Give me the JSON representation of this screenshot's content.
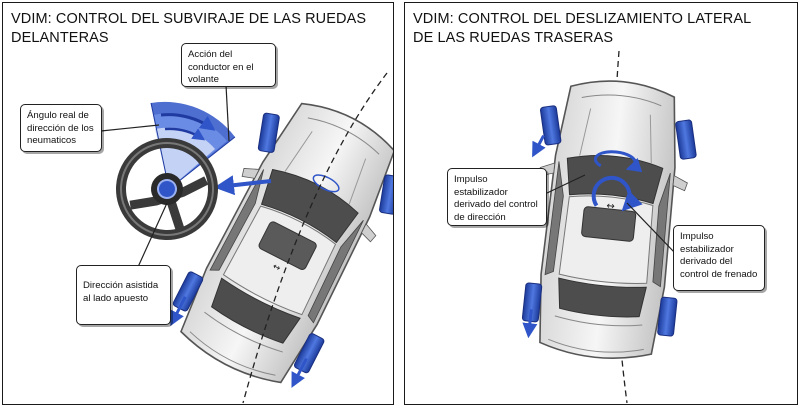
{
  "left_panel": {
    "title": "VDIM: CONTROL DEL SUBVIRAJE DE LAS RUEDAS DELANTERAS",
    "callouts": {
      "driver_action": "Acción del conductor en el volante",
      "real_angle": "Ángulo real de dirección de los neumaticos",
      "assist": "Dirección asistida al lado apuesto"
    }
  },
  "right_panel": {
    "title": "VDIM: CONTROL DEL DESLIZAMIENTO LATERAL DE LAS RUEDAS TRASERAS",
    "callouts": {
      "steering_pulse": "Impulso estabilizador derivado del control de dirección",
      "braking_pulse": "Impulso estabilizador derivado del control de frenado"
    }
  },
  "colors": {
    "accent_blue": "#2f55c8",
    "car_grey": "#8a8a8a",
    "glass_dark": "#555555"
  }
}
